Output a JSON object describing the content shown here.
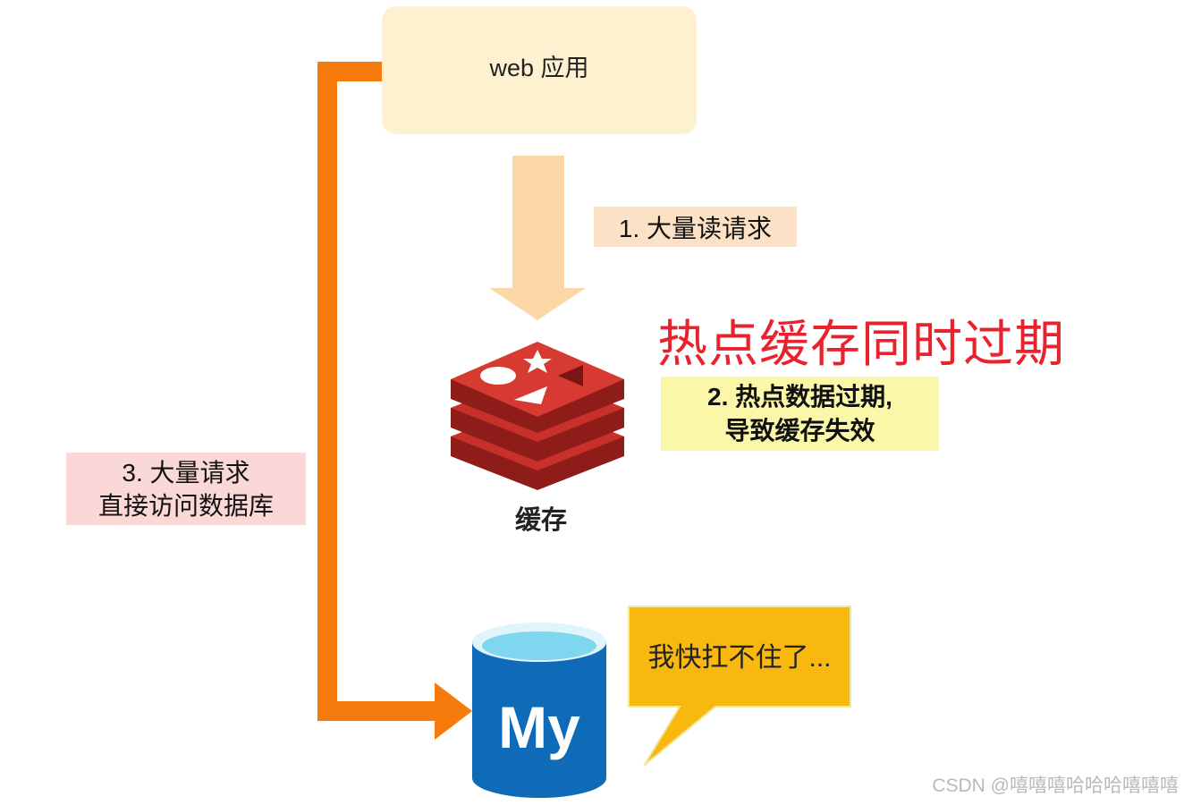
{
  "web_app": {
    "label": "web 应用"
  },
  "cache": {
    "label": "缓存"
  },
  "steps": {
    "step1": "1. 大量读请求",
    "step2_line1": "2. 热点数据过期,",
    "step2_line2": "导致缓存失效",
    "step3_line1": "3. 大量请求",
    "step3_line2": "直接访问数据库"
  },
  "headline": "热点缓存同时过期",
  "database": {
    "logo_text": "My",
    "speech": "我快扛不住了..."
  },
  "watermark": "CSDN @嘻嘻嘻哈哈哈嘻嘻嘻",
  "colors": {
    "web_box": "#fdf1d0",
    "arrow_down": "#fbd7a6",
    "arrow_path": "#f77a0c",
    "redis_red": "#c8312a",
    "headline_red": "#e8232e",
    "label1_bg": "#fbe2c6",
    "label2_bg": "#fbf7a8",
    "label3_bg": "#fbd8d8",
    "speech_bg": "#f9b80f",
    "mysql_blue": "#0f6bb8",
    "mysql_top": "#7fd6ef"
  }
}
